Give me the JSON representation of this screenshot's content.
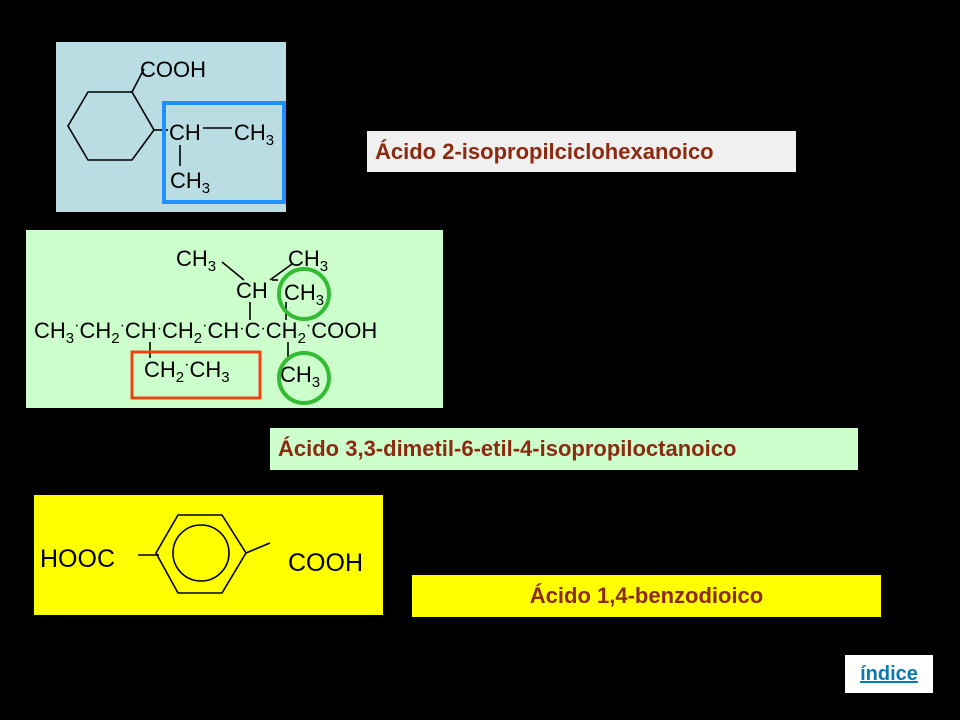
{
  "colors": {
    "background": "#000000",
    "panel1_bg": "#b9dde2",
    "panel2_bg": "#ccffcc",
    "panel3_bg": "#ffff00",
    "label_bg_light": "#f0f0f0",
    "label_bg_green": "#ccffcc",
    "label_bg_yellow": "#ffff00",
    "label_text": "#8B2A10",
    "highlight_blue": "#1e90ff",
    "highlight_green": "#33bb33",
    "highlight_red": "#ee4411",
    "link_text": "#0a7ab0"
  },
  "structure1": {
    "cooh": "COOH",
    "ch": "CH",
    "ch3_right": "CH",
    "ch3_down": "CH",
    "sub": "3",
    "name": "Ácido 2-isopropilciclohexanoico"
  },
  "structure2": {
    "top_left": "CH",
    "top_right": "CH",
    "mid_ch": "CH",
    "mid_ch3": "CH",
    "main_chain": {
      "p1": "CH",
      "p2": "CH",
      "p3": "CH",
      "p4": "CH",
      "p5": "CH",
      "p6": "C",
      "p7": "CH",
      "p8": "COOH"
    },
    "branch_ethyl_a": "CH",
    "branch_ethyl_b": "CH",
    "bottom_ch3": "CH",
    "sub2": "2",
    "sub3": "3",
    "dot": "·",
    "name": "Ácido 3,3-dimetil-6-etil-4-isopropiloctanoico"
  },
  "structure3": {
    "left": "HOOC",
    "right": "COOH",
    "name": "Ácido 1,4-benzodioico"
  },
  "nav": {
    "index_link": "índice"
  }
}
